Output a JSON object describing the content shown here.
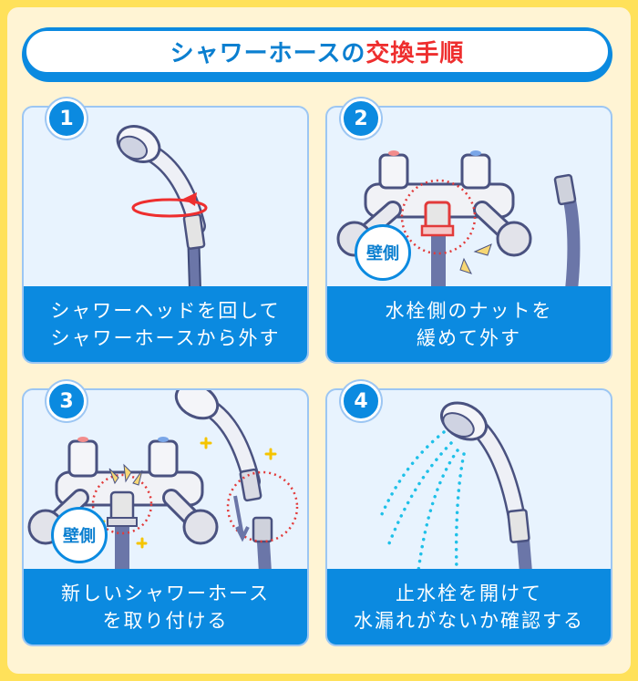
{
  "title": {
    "prefix": "シャワーホースの",
    "highlight": "交換手順",
    "prefix_color": "#0b7fd0",
    "highlight_color": "#ee2e2e"
  },
  "colors": {
    "outer_border": "#ffe15a",
    "background": "#fff4d4",
    "accent_blue": "#0b8ae0",
    "card_bg": "#e8f3fe",
    "card_border": "#9cc6f3",
    "hose": "#6b76a8",
    "rotate_arrow": "#ee2e2e",
    "sparkle": "#f5c400",
    "water": "#1ec0e8"
  },
  "steps": [
    {
      "number": "1",
      "caption_line1": "シャワーヘッドを回して",
      "caption_line2": "シャワーホースから外す",
      "icons": [
        "shower-head-icon",
        "rotate-arrow-icon",
        "hose-icon"
      ]
    },
    {
      "number": "2",
      "caption_line1": "水栓側のナットを",
      "caption_line2": "緩めて外す",
      "wall_label": "壁側",
      "icons": [
        "faucet-icon",
        "nut-highlight-icon",
        "hose-icon"
      ]
    },
    {
      "number": "3",
      "caption_line1": "新しいシャワーホース",
      "caption_line2": "を取り付ける",
      "wall_label": "壁側",
      "icons": [
        "faucet-icon",
        "shower-head-icon",
        "sparkle-icon",
        "down-arrow-icon"
      ]
    },
    {
      "number": "4",
      "caption_line1": "止水栓を開けて",
      "caption_line2": "水漏れがないか確認する",
      "icons": [
        "shower-head-icon",
        "water-spray-icon"
      ]
    }
  ]
}
